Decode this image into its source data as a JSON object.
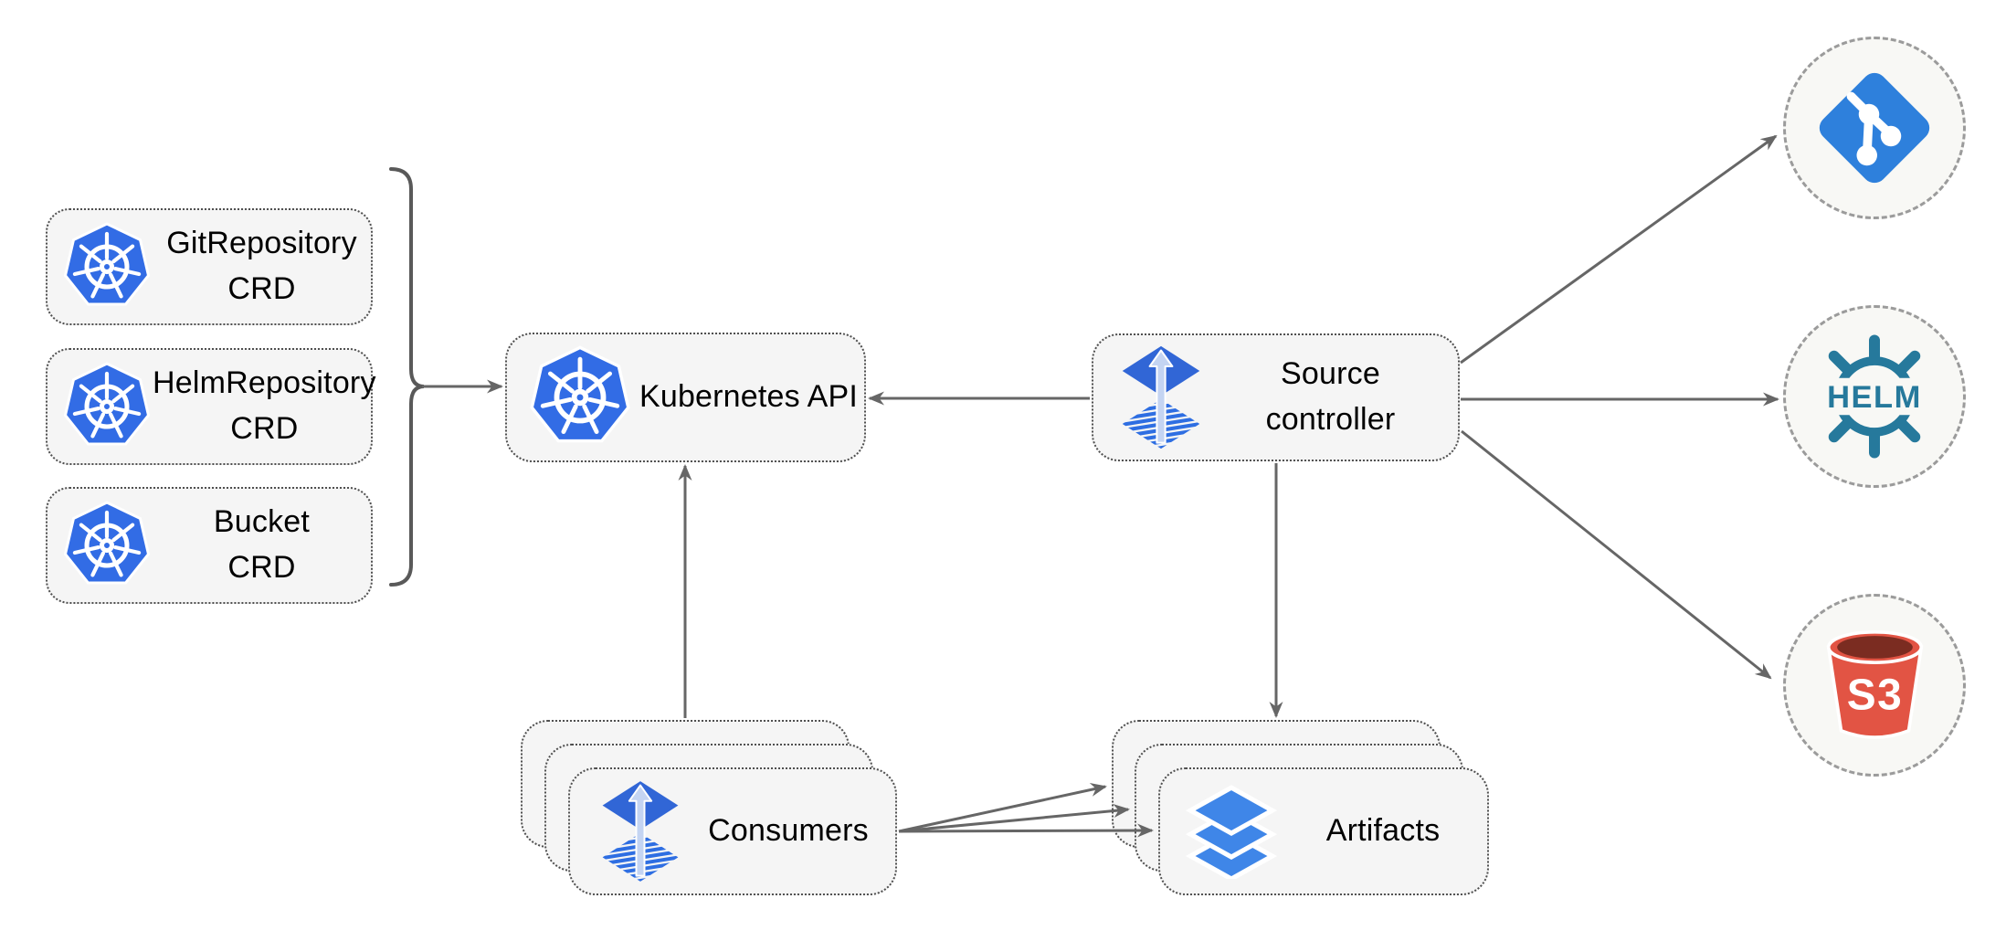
{
  "diagram": {
    "crd_nodes": [
      {
        "label": "GitRepository\nCRD"
      },
      {
        "label": "HelmRepository\nCRD"
      },
      {
        "label": "Bucket\nCRD"
      }
    ],
    "kubernetes_api": {
      "label": "Kubernetes API"
    },
    "source_controller": {
      "label": "Source\ncontroller"
    },
    "consumers": {
      "label": "Consumers"
    },
    "artifacts": {
      "label": "Artifacts"
    },
    "externals": {
      "helm": {
        "label": "HELM"
      },
      "s3": {
        "label": "S3"
      }
    },
    "colors": {
      "kubernetes_blue": "#326ce5",
      "flux_blue": "#3166d6",
      "flux_arrow_light": "#c4d4f2",
      "git_blue": "#2e80dc",
      "helm_teal": "#26799c",
      "s3_red": "#e25444",
      "s3_dark_red": "#7b2c21",
      "artifact_layers_blue": "#3f86e8",
      "node_fill": "#f5f5f5",
      "connector_gray": "#666666"
    }
  }
}
